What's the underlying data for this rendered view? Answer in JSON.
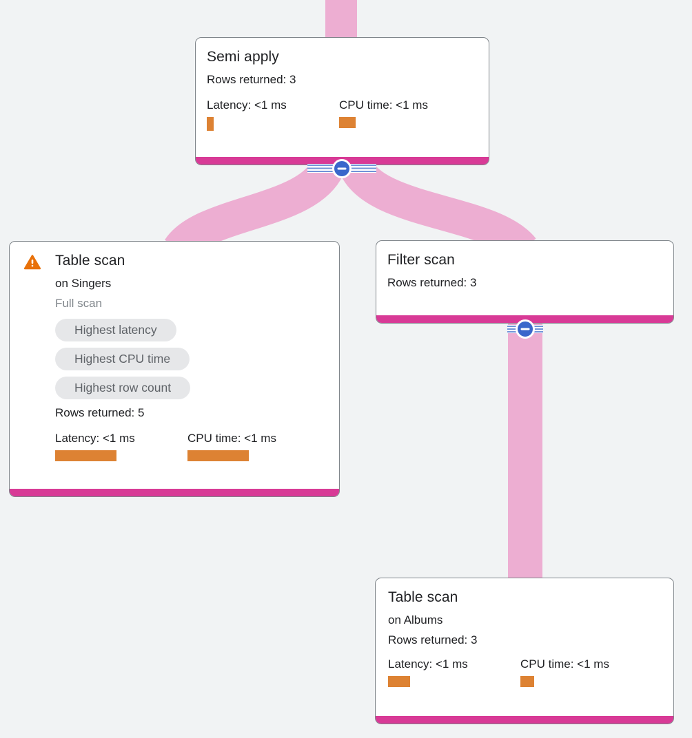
{
  "colors": {
    "background": "#f1f3f4",
    "edge_pink": "#edaed2",
    "node_accent_magenta": "#d83a96",
    "metric_bar_orange": "#dd8233",
    "warning_orange": "#e8710a",
    "collapse_blue": "#3a67cb",
    "badge_bg": "#e6e7e9",
    "badge_text": "#5f6368"
  },
  "nodes": [
    {
      "id": "semi-apply",
      "title": "Semi apply",
      "rows_returned": "Rows returned: 3",
      "latency_label": "Latency: <1 ms",
      "cpu_label": "CPU time: <1 ms",
      "latency_bar": {
        "w": 10,
        "h": 20
      },
      "cpu_bar": {
        "w": 24,
        "h": 16
      }
    },
    {
      "id": "table-scan-singers",
      "icon": "warning-icon",
      "title": "Table scan",
      "subtitle": "on Singers",
      "scan_type": "Full scan",
      "badges": [
        "Highest latency",
        "Highest CPU time",
        "Highest row count"
      ],
      "rows_returned": "Rows returned: 5",
      "latency_label": "Latency: <1 ms",
      "cpu_label": "CPU time: <1 ms",
      "latency_bar": {
        "w": 89,
        "h": 16
      },
      "cpu_bar": {
        "w": 89,
        "h": 16
      }
    },
    {
      "id": "filter-scan",
      "title": "Filter scan",
      "rows_returned": "Rows returned: 3"
    },
    {
      "id": "table-scan-albums",
      "title": "Table scan",
      "subtitle": "on Albums",
      "rows_returned": "Rows returned: 3",
      "latency_label": "Latency: <1 ms",
      "cpu_label": "CPU time: <1 ms",
      "latency_bar": {
        "w": 32,
        "h": 16
      },
      "cpu_bar": {
        "w": 20,
        "h": 16
      }
    }
  ],
  "controls": {
    "collapse_icon": "minus-icon"
  }
}
